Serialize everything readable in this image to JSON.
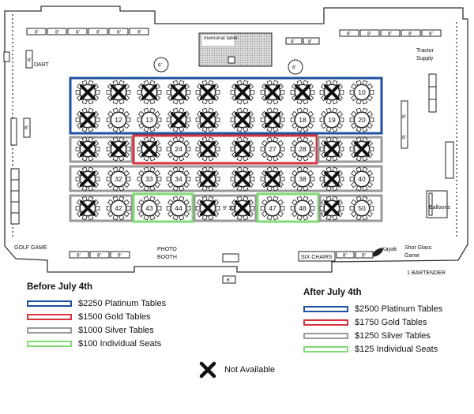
{
  "colors": {
    "platinum": "#1f4fa0",
    "gold": "#d9323a",
    "silver": "#999999",
    "individual": "#7fdc72",
    "wall": "#333333"
  },
  "floorplan": {
    "rows": [
      {
        "group": "platinum",
        "tables": [
          "x",
          "x",
          "x",
          "x",
          "x",
          "x",
          "x",
          "x",
          "x",
          "10"
        ]
      },
      {
        "group": "platinum",
        "tables": [
          "x",
          "12",
          "13",
          "x",
          "x",
          "x",
          "x",
          "18",
          "19",
          "20"
        ]
      },
      {
        "group": "mixed",
        "tables": [
          "x",
          "x",
          "x",
          "24",
          "x",
          "x",
          "27",
          "28",
          "x",
          "x"
        ]
      },
      {
        "group": "silver",
        "tables": [
          "x",
          "32",
          "33",
          "34",
          "x",
          "x",
          "x",
          "38",
          "x",
          "40"
        ]
      },
      {
        "group": "mixed",
        "tables": [
          "x",
          "42",
          "43",
          "44",
          "x",
          "x",
          "47",
          "48",
          "x",
          "50"
        ]
      }
    ],
    "eight_ft_top": [
      "8'",
      "8'",
      "8'",
      "8'",
      "8'",
      "8'"
    ],
    "eight_ft_top_right": [
      "8'",
      "8'",
      "8'",
      "8'",
      "8'"
    ],
    "eight_ft_right_mid": [
      "8'",
      "8'"
    ],
    "eight_ft_bottom_left": [
      "8'",
      "8'",
      "8'"
    ],
    "eight_ft_bottom_right": [
      "8'",
      "8'"
    ],
    "side_8ft": "8'",
    "six_ft": "6'",
    "memorial_label": "memorial table",
    "dart": "DART",
    "tractor_supply": "Tractor Supply",
    "golf_game": "GOLF GAME",
    "photo_booth": "PHOTO BOOTH",
    "six_chairs": "SIX CHAIRS",
    "kayak": "Kayak",
    "shot_glass": "Shot Glass Game",
    "balloons": "Balloons",
    "bartender": "1 BARTENDER",
    "dim_9_10": "9' 10\""
  },
  "legend_before": {
    "title": "Before July 4th",
    "items": [
      {
        "key": "platinum",
        "label": "$2250 Platinum Tables"
      },
      {
        "key": "gold",
        "label": "$1500 Gold Tables"
      },
      {
        "key": "silver",
        "label": "$1000 Silver Tables"
      },
      {
        "key": "individual",
        "label": "$100 Individual Seats"
      }
    ]
  },
  "legend_after": {
    "title": "After July 4th",
    "items": [
      {
        "key": "platinum",
        "label": "$2500 Platinum Tables"
      },
      {
        "key": "gold",
        "label": "$1750 Gold Tables"
      },
      {
        "key": "silver",
        "label": "$1250 Silver Tables"
      },
      {
        "key": "individual",
        "label": "$125 Individual Seats"
      }
    ]
  },
  "not_available": "Not Available"
}
